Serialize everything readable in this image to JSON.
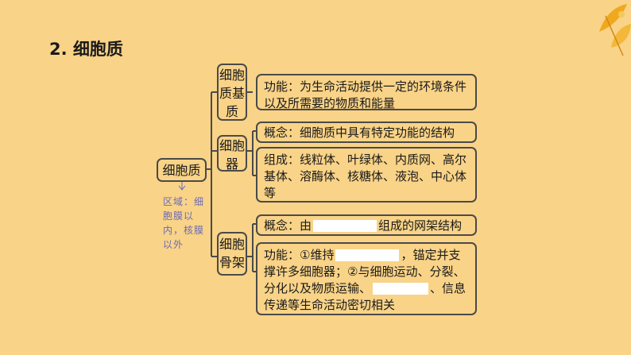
{
  "title": "2. 细胞质",
  "root": "细胞质",
  "branches": [
    {
      "label": "细胞质基质",
      "items": [
        "功能：为生命活动提供一定的环境条件以及所需要的物质和能量"
      ]
    },
    {
      "label": "细胞器",
      "items": [
        "概念：细胞质中具有特定功能的结构",
        "组成：线粒体、叶绿体、内质网、高尔基体、溶酶体、核糖体、液泡、中心体等"
      ]
    },
    {
      "label": "细胞骨架",
      "items": [
        "概念：由",
        "组成的网架结构"
      ]
    }
  ],
  "skeleton_function": {
    "part1": "功能：①维持",
    "part2": "，锚定并支撑许多细胞器；②与细胞运动、分裂、分化以及物质运输、",
    "part3": "、信息传递等生命活动密切相关"
  },
  "handwritten_note": "区域：细胞膜以内，核膜以外",
  "colors": {
    "background": "#f9d387",
    "border": "#4a4a4a",
    "blank": "#ffffff",
    "handwriting": "#6a6ab8",
    "leaf": "#f0a81e"
  }
}
